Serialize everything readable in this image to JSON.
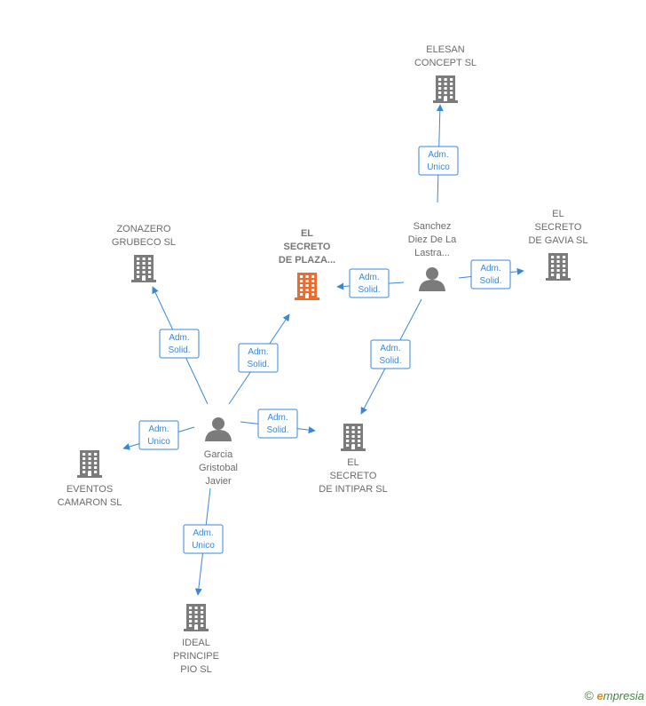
{
  "colors": {
    "company": "#7b7b7b",
    "focus_company": "#ef6a2b",
    "person": "#7b7b7b",
    "edge": "#3a87d8"
  },
  "nodes": [
    {
      "id": "elesan",
      "kind": "company",
      "icon": "building-icon",
      "lines": [
        "ELESAN",
        "CONCEPT  SL"
      ],
      "label_pos": "above"
    },
    {
      "id": "zonazero",
      "kind": "company",
      "icon": "building-icon",
      "lines": [
        "ZONAZERO",
        "GRUBECO SL"
      ],
      "label_pos": "above"
    },
    {
      "id": "elsecreto_plaza",
      "kind": "focus",
      "icon": "building-icon",
      "lines": [
        "EL",
        "SECRETO",
        "DE PLAZA..."
      ],
      "label_pos": "above"
    },
    {
      "id": "sanchez",
      "kind": "person",
      "icon": "person-icon",
      "lines": [
        "Sanchez",
        "Diez De La",
        "Lastra..."
      ],
      "label_pos": "above"
    },
    {
      "id": "elsecreto_gavia",
      "kind": "company",
      "icon": "building-icon",
      "lines": [
        "EL",
        "SECRETO",
        "DE GAVIA  SL"
      ],
      "label_pos": "above"
    },
    {
      "id": "garcia",
      "kind": "person",
      "icon": "person-icon",
      "lines": [
        "Garcia",
        "Gristobal",
        "Javier"
      ],
      "label_pos": "below"
    },
    {
      "id": "elsecreto_intipar",
      "kind": "company",
      "icon": "building-icon",
      "lines": [
        "EL",
        "SECRETO",
        "DE INTIPAR  SL"
      ],
      "label_pos": "below"
    },
    {
      "id": "eventos",
      "kind": "company",
      "icon": "building-icon",
      "lines": [
        "EVENTOS",
        "CAMARON  SL"
      ],
      "label_pos": "below"
    },
    {
      "id": "ideal",
      "kind": "company",
      "icon": "building-icon",
      "lines": [
        "IDEAL",
        "PRINCIPE",
        "PIO  SL"
      ],
      "label_pos": "below"
    }
  ],
  "edges": [
    {
      "from": "sanchez",
      "to": "elesan",
      "lines": [
        "Adm.",
        "Unico"
      ]
    },
    {
      "from": "sanchez",
      "to": "elsecreto_plaza",
      "lines": [
        "Adm.",
        "Solid."
      ]
    },
    {
      "from": "sanchez",
      "to": "elsecreto_gavia",
      "lines": [
        "Adm.",
        "Solid."
      ]
    },
    {
      "from": "sanchez",
      "to": "elsecreto_intipar",
      "lines": [
        "Adm.",
        "Solid."
      ]
    },
    {
      "from": "garcia",
      "to": "zonazero",
      "lines": [
        "Adm.",
        "Solid."
      ]
    },
    {
      "from": "garcia",
      "to": "elsecreto_plaza",
      "lines": [
        "Adm.",
        "Solid."
      ]
    },
    {
      "from": "garcia",
      "to": "elsecreto_intipar",
      "lines": [
        "Adm.",
        "Solid."
      ]
    },
    {
      "from": "garcia",
      "to": "eventos",
      "lines": [
        "Adm.",
        "Unico"
      ]
    },
    {
      "from": "garcia",
      "to": "ideal",
      "lines": [
        "Adm.",
        "Unico"
      ]
    }
  ],
  "footer": {
    "copyright": "©",
    "brand_initial": "e",
    "brand_rest": "mpresia"
  }
}
